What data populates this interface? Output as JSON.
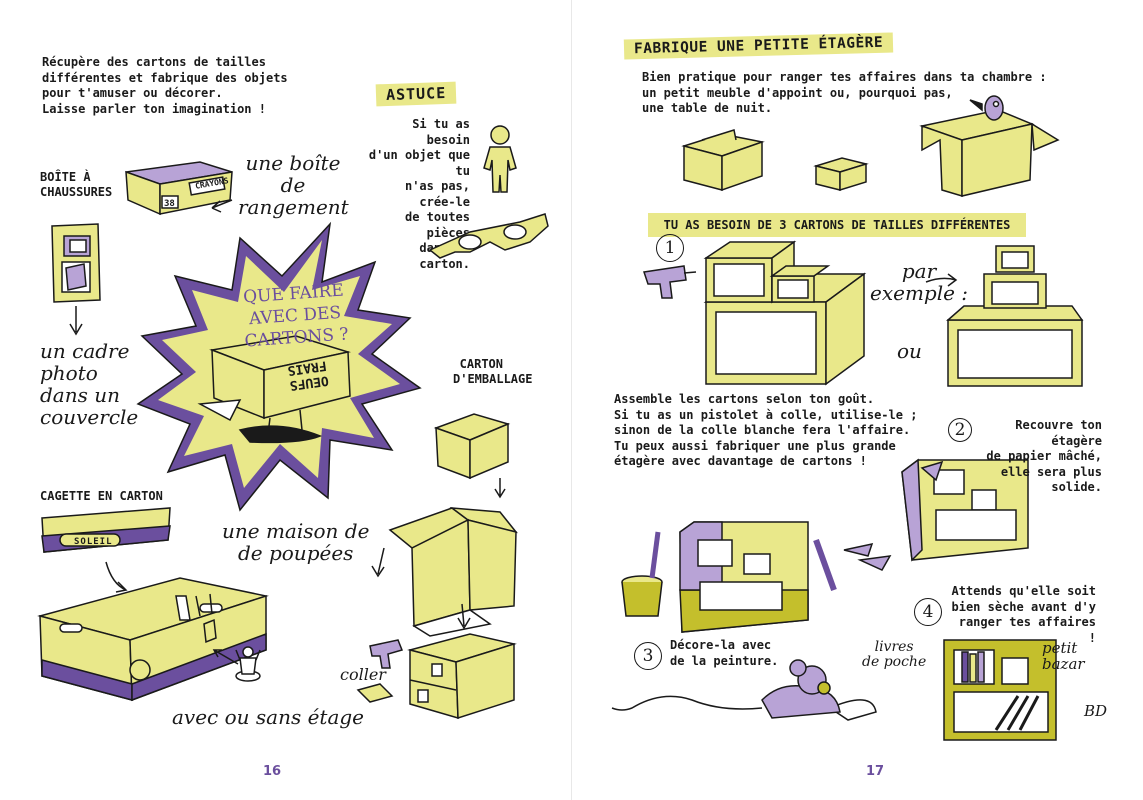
{
  "colors": {
    "yellow": "#e9e88a",
    "purple": "#6b4f9e",
    "lilac": "#b8a3d6",
    "olive": "#c4bf2c",
    "ink": "#1a1a1a"
  },
  "left": {
    "intro": "Récupère des cartons de tailles\ndifférentes et fabrique des objets\npour t'amuser ou décorer.\nLaisse parler ton imagination !",
    "astuce_title": "ASTUCE",
    "astuce_text": "Si tu as besoin\nd'un objet que tu\nn'as pas, crée-le\nde toutes pièces\ndans du carton.",
    "shoebox_label": "BOÎTE À\nCHAUSSURES",
    "storage_box_hand": "une boîte\nde\nrangement",
    "box_labels": [
      "CRAYONS",
      "38"
    ],
    "center_title": "QUE FAIRE\nAVEC DES CARTONS ?",
    "egg_label": "OEUFS\nFRAIS",
    "frame_hand": "un cadre\nphoto\ndans un\ncouvercle",
    "packing_label": "CARTON\nD'EMBALLAGE",
    "crate_label": "CAGETTE EN CARTON",
    "crate_brand": "SOLEIL",
    "dollhouse_hand": "une maison de\nde poupées",
    "coller_hand": "coller",
    "floor_hand": "avec ou sans étage",
    "page_number": "16"
  },
  "right": {
    "title": "FABRIQUE UNE PETITE ÉTAGÈRE",
    "intro": "Bien pratique pour ranger tes affaires dans ta chambre :\nun petit meuble d'appoint ou, pourquoi pas,\nune table de nuit.",
    "need_banner": "TU AS BESOIN DE 3 CARTONS DE TAILLES DIFFÉRENTES",
    "example_hand": "par\nexemple :",
    "or_hand": "ou",
    "step1_num": "1",
    "step1_text": "Assemble les cartons selon ton goût.\nSi tu as un pistolet à colle, utilise-le ;\nsinon de la colle blanche fera l'affaire.\nTu peux aussi fabriquer une plus grande\nétagère avec davantage de cartons !",
    "step2_num": "2",
    "step2_text": "Recouvre ton étagère\nde papier mâché,\nelle sera plus\nsolide.",
    "step3_num": "3",
    "step3_text": "Décore-la avec\nde la peinture.",
    "step4_num": "4",
    "step4_text": "Attends qu'elle soit\nbien sèche avant d'y\nranger tes affaires !",
    "books_hand": "livres\nde poche",
    "bazar_hand": "petit\nbazar",
    "bd_hand": "BD",
    "page_number": "17"
  }
}
